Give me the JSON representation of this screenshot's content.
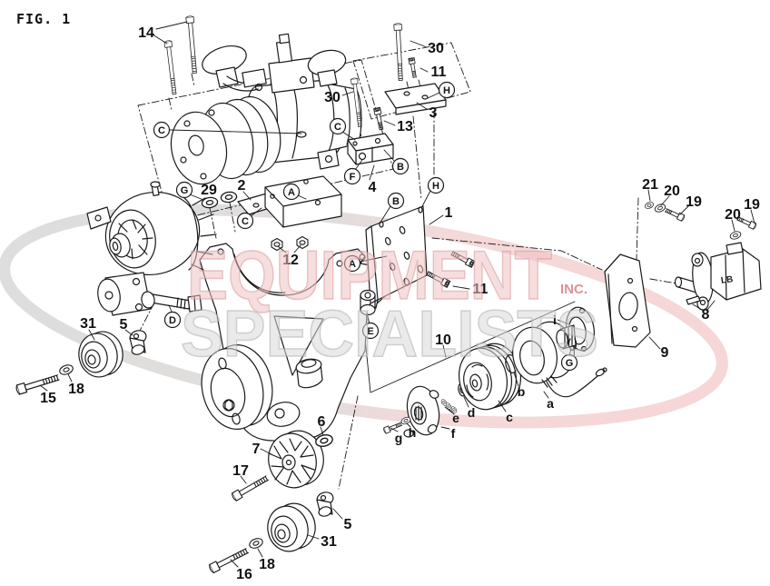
{
  "figure_label": "FIG. 1",
  "watermark": {
    "line1": "EQUIPMENT",
    "line2": "SPECIALISTS",
    "inc": "INC.",
    "red_color": "#d98f8f",
    "gray_color": "#c9c9c9"
  },
  "pump_casting_mark": "LB",
  "labels": {
    "n1": "1",
    "n2": "2",
    "n3": "3",
    "n4": "4",
    "n5": "5",
    "n6": "6",
    "n7": "7",
    "n8": "8",
    "n9": "9",
    "n10": "10",
    "n11": "11",
    "n12": "12",
    "n13": "13",
    "n14": "14",
    "n15": "15",
    "n16": "16",
    "n17": "17",
    "n18": "18",
    "n19": "19",
    "n20": "20",
    "n21": "21",
    "n29": "29",
    "n30": "30",
    "n31": "31"
  },
  "callouts": {
    "A": "A",
    "B": "B",
    "C": "C",
    "D": "D",
    "E": "E",
    "F": "F",
    "G": "G",
    "H": "H"
  },
  "items": {
    "a": "a",
    "b": "b",
    "c": "c",
    "d": "d",
    "e": "e",
    "f": "f",
    "g": "g",
    "h": "h",
    "i": "i"
  }
}
